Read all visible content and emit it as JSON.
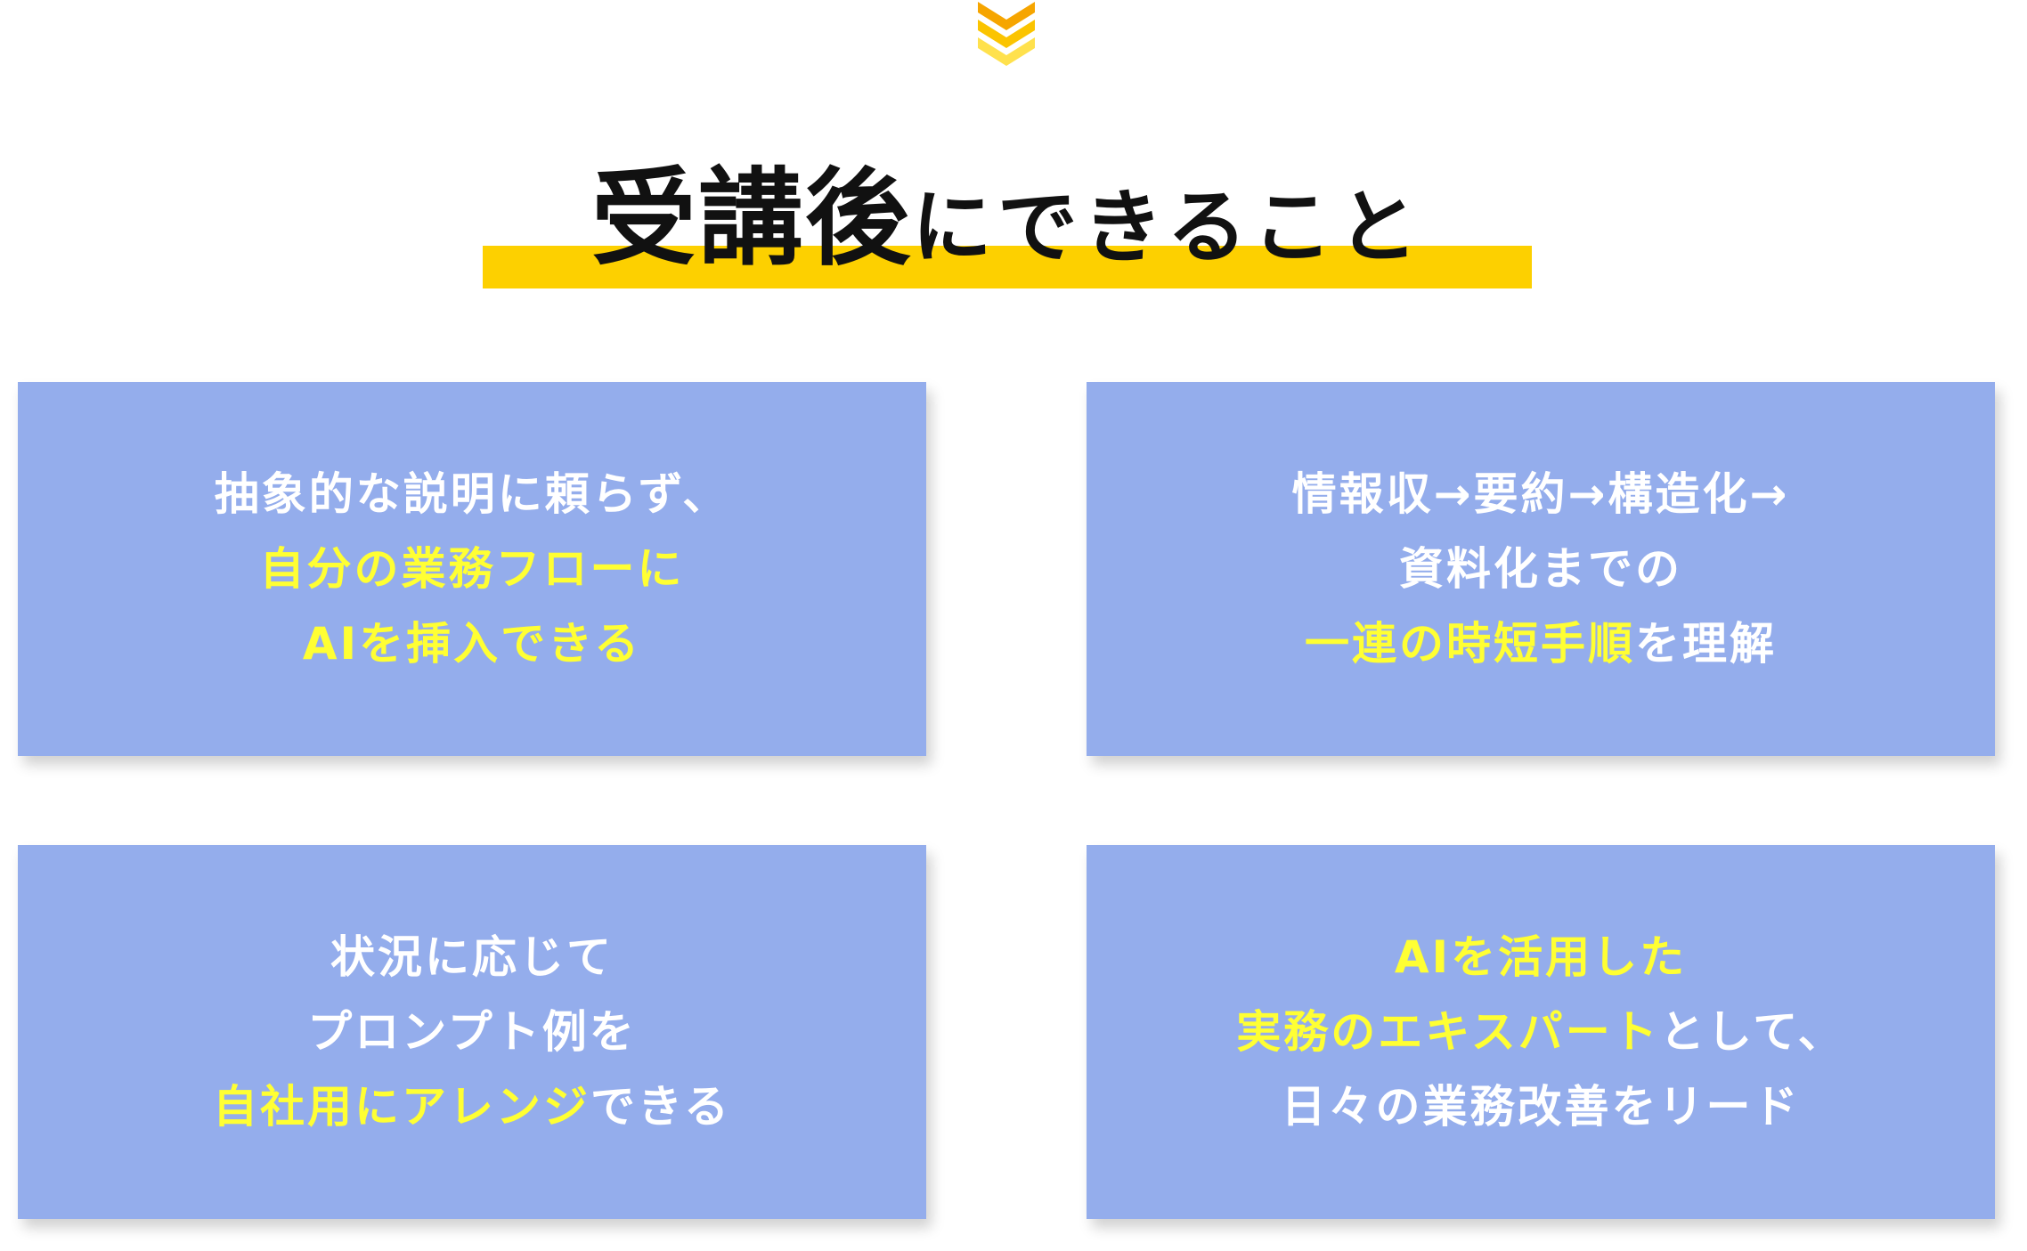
{
  "colors": {
    "accent_yellow": "#fdd000",
    "highlight_text": "#ffff33",
    "card_bg": "#94adec",
    "title_text": "#111111"
  },
  "header": {
    "icon": "chevron-down-triple-icon",
    "title_big": "受講後",
    "title_small": "にできること"
  },
  "cards": [
    {
      "lines": [
        [
          {
            "text": "抽象的な説明に頼らず、",
            "hl": false
          }
        ],
        [
          {
            "text": "自分の業務フローに",
            "hl": true
          }
        ],
        [
          {
            "text": "AIを挿入できる",
            "hl": true
          }
        ]
      ]
    },
    {
      "lines": [
        [
          {
            "text": "情報収→要約→構造化→",
            "hl": false
          }
        ],
        [
          {
            "text": "資料化までの",
            "hl": false
          }
        ],
        [
          {
            "text": "一連の時短手順",
            "hl": true
          },
          {
            "text": "を理解",
            "hl": false
          }
        ]
      ]
    },
    {
      "lines": [
        [
          {
            "text": "状況に応じて",
            "hl": false
          }
        ],
        [
          {
            "text": "プロンプト例を",
            "hl": false
          }
        ],
        [
          {
            "text": "自社用にアレンジ",
            "hl": true
          },
          {
            "text": "できる",
            "hl": false
          }
        ]
      ]
    },
    {
      "lines": [
        [
          {
            "text": "AIを活用した",
            "hl": true
          }
        ],
        [
          {
            "text": "実務のエキスパート",
            "hl": true
          },
          {
            "text": "として、",
            "hl": false
          }
        ],
        [
          {
            "text": "日々の業務改善をリード",
            "hl": false
          }
        ]
      ]
    }
  ]
}
